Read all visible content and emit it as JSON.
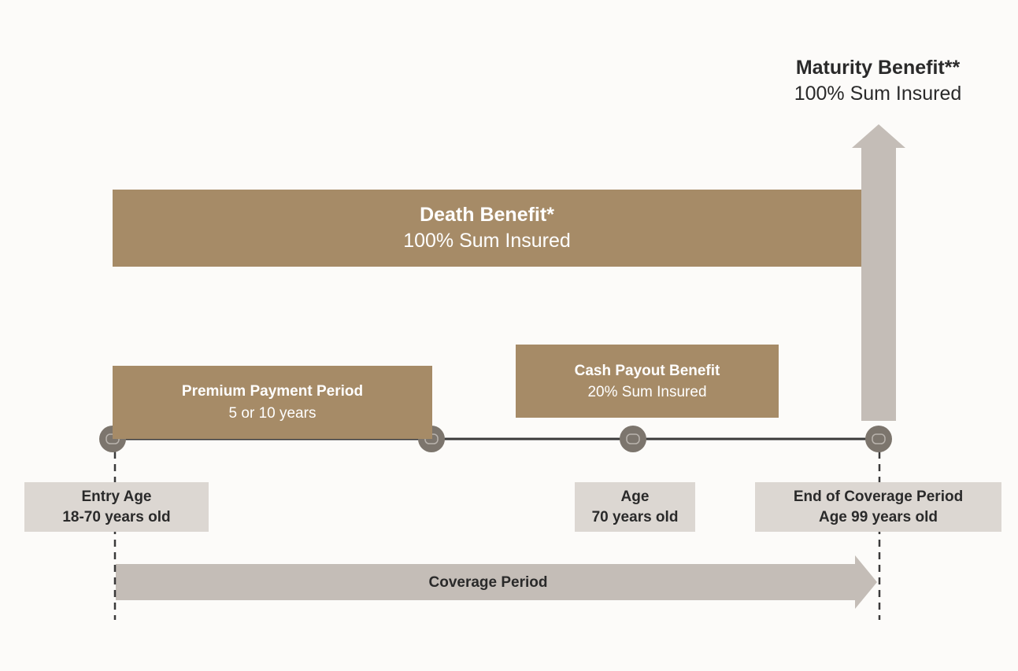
{
  "maturity_benefit": {
    "title": "Maturity Benefit**",
    "subtitle": "100% Sum Insured"
  },
  "death_benefit": {
    "title": "Death Benefit*",
    "subtitle": "100% Sum Insured"
  },
  "premium_payment_period": {
    "title": "Premium Payment Period",
    "subtitle": "5 or 10 years"
  },
  "cash_payout_benefit": {
    "title": "Cash Payout Benefit",
    "subtitle": "20% Sum Insured"
  },
  "entry_age": {
    "title": "Entry Age",
    "subtitle": "18-70 years old"
  },
  "age_70": {
    "title": "Age",
    "subtitle": "70 years old"
  },
  "end_of_coverage": {
    "title": "End of Coverage Period",
    "subtitle": "Age 99 years old"
  },
  "coverage_period": {
    "label": "Coverage Period"
  },
  "colors": {
    "gold": "#a68b67",
    "grey_label": "#dcd7d2",
    "arrow_grey": "#c4bdb7",
    "milestone_node": "#7c756d",
    "timeline_line": "#3a3a3a",
    "background": "#fcfbf9"
  }
}
